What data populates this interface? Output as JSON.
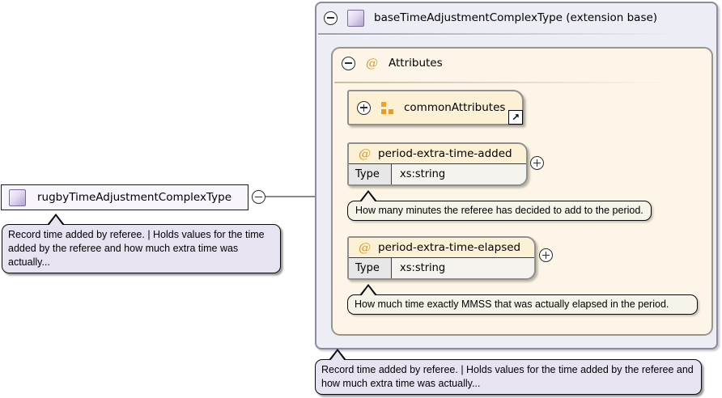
{
  "left_node": {
    "label": "rugbyTimeAdjustmentComplexType",
    "annotation": "Record time added by referee. | Holds values for the time added by the referee and how much extra time was actually..."
  },
  "container": {
    "title": "baseTimeAdjustmentComplexType (extension base)",
    "annotation": "Record time added by referee. | Holds values for the time added by the referee and how much extra time was actually...",
    "attributes": {
      "title": "Attributes",
      "at_glyph": "@",
      "common": {
        "label": "commonAttributes",
        "link_icon_glyph": "↗"
      },
      "items": [
        {
          "name": "period-extra-time-added",
          "type_label": "Type",
          "type_value": "xs:string",
          "annotation": "How many minutes the referee has decided to add to the period."
        },
        {
          "name": "period-extra-time-elapsed",
          "type_label": "Type",
          "type_value": "xs:string",
          "annotation": "How much time exactly MMSS that was actually elapsed in the period."
        }
      ]
    }
  },
  "colors": {
    "container_bg": "#ededf5",
    "section_bg": "#fdf6e8",
    "box_bg": "#fcf1d5",
    "annotation_bg": "#f6f3e9",
    "tooltip_bg": "#e7e3f1",
    "accent_orange": "#e09a2c",
    "icon_purple": "#b3a3cf"
  }
}
